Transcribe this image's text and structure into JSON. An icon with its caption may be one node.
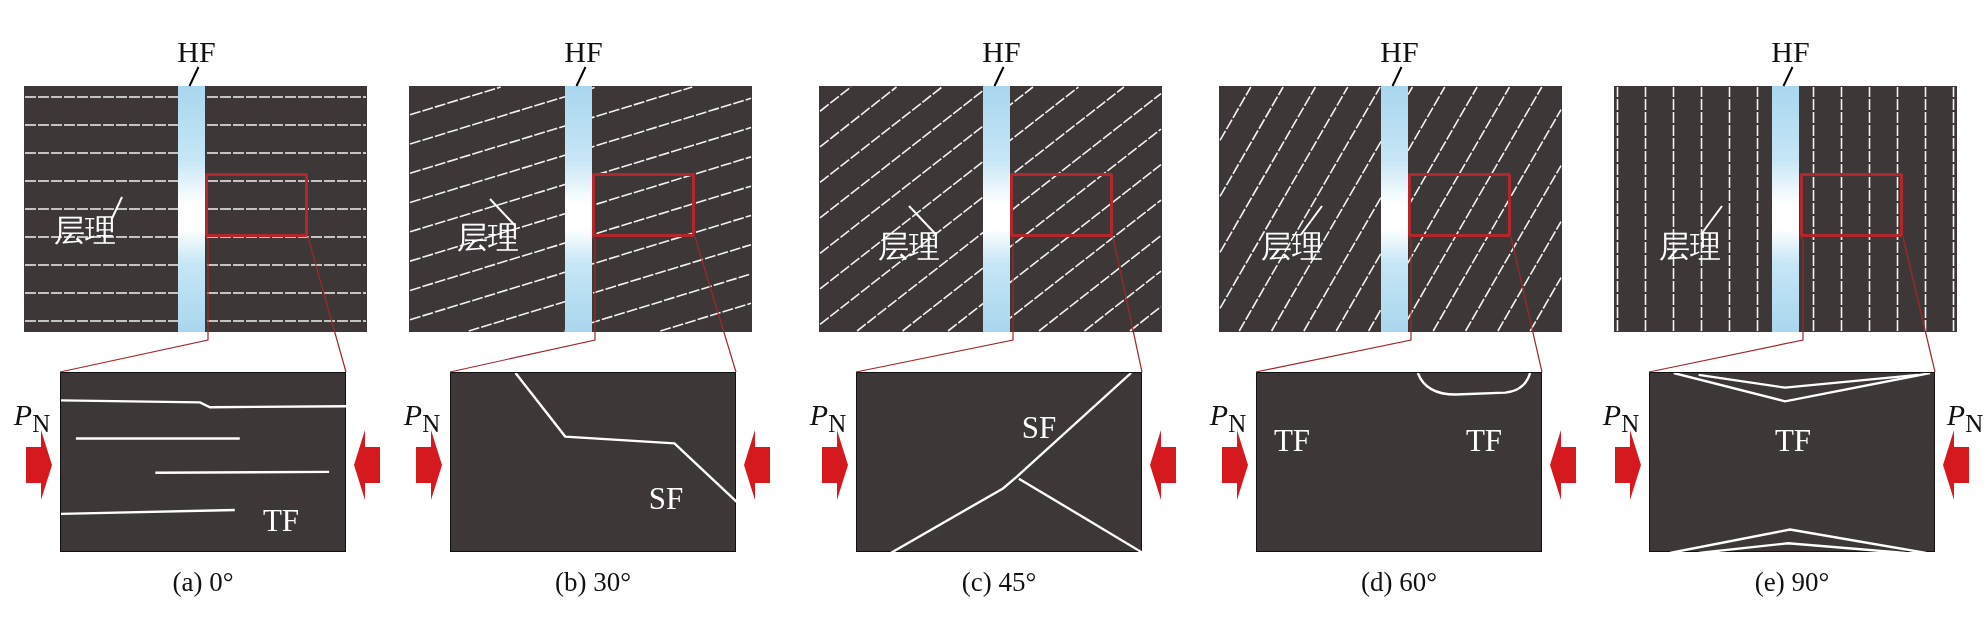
{
  "diagram": {
    "nodes": [
      {
        "text": [],
        "shape": "bar"
      },
      {
        "text": [],
        "shape": "box"
      },
      {
        "text": [
          "HF"
        ]
      },
      {
        "text": [
          "层理"
        ]
      },
      {
        "text": [
          "TF"
        ],
        "beside": [
          "(a) 0°"
        ]
      },
      {
        "text": [],
        "shape": "bar"
      },
      {
        "text": [],
        "shape": "box"
      },
      {
        "text": [
          "HF"
        ]
      },
      {
        "text": [
          "层理"
        ]
      },
      {
        "text": [
          "SF"
        ],
        "beside": [
          "(b) 30°"
        ]
      },
      {
        "text": [],
        "shape": "bar"
      },
      {
        "text": [],
        "shape": "box"
      },
      {
        "text": [
          "HF"
        ]
      },
      {
        "text": [
          "层理"
        ]
      },
      {
        "text": [
          "SF"
        ],
        "beside": [
          "(c) 45°"
        ]
      },
      {
        "text": [],
        "shape": "bar"
      },
      {
        "text": [],
        "shape": "box"
      },
      {
        "text": [
          "HF"
        ]
      },
      {
        "text": [
          "层理"
        ]
      },
      {
        "text": [
          "TF",
          "TF"
        ],
        "beside": [
          "(d) 60°"
        ]
      },
      {
        "text": [],
        "shape": "bar"
      },
      {
        "text": [],
        "shape": "box"
      },
      {
        "text": [
          "HF"
        ]
      },
      {
        "text": [
          "层理"
        ]
      },
      {
        "text": [
          "TF"
        ],
        "beside": [
          "(e) 90°"
        ]
      }
    ],
    "edges": [
      {
        "from": 2,
        "to": 0,
        "arrow": "none",
        "color": "#000000"
      },
      {
        "from": 3,
        "to": null,
        "arrow": "none",
        "color": "#ffffff"
      },
      {
        "from": 1,
        "to": 4,
        "arrow": "none"
      },
      {
        "from": 1,
        "to": 4,
        "arrow": "none"
      },
      {
        "from": 7,
        "to": 5,
        "arrow": "none",
        "color": "#000000"
      },
      {
        "from": 8,
        "to": null,
        "arrow": "none",
        "color": "#ffffff"
      },
      {
        "from": 6,
        "to": 9,
        "arrow": "none"
      },
      {
        "from": 6,
        "to": 9,
        "arrow": "none"
      },
      {
        "from": 12,
        "to": 10,
        "arrow": "none",
        "color": "#000000"
      },
      {
        "from": 13,
        "to": null,
        "arrow": "none",
        "color": "#ffffff"
      },
      {
        "from": 11,
        "to": 14,
        "arrow": "none"
      },
      {
        "from": 11,
        "to": 14,
        "arrow": "none"
      },
      {
        "from": 17,
        "to": 15,
        "arrow": "none",
        "color": "#000000"
      },
      {
        "from": 18,
        "to": null,
        "arrow": "none",
        "color": "#ffffff"
      },
      {
        "from": 16,
        "to": 19,
        "arrow": "none"
      },
      {
        "from": 16,
        "to": 19,
        "arrow": "none"
      },
      {
        "from": 22,
        "to": 20,
        "arrow": "none",
        "color": "#000000"
      },
      {
        "from": 23,
        "to": null,
        "arrow": "none",
        "color": "#ffffff"
      },
      {
        "from": 21,
        "to": 24,
        "arrow": "none"
      },
      {
        "from": 21,
        "to": 24,
        "arrow": "none"
      }
    ],
    "labels": [
      "*P*$_{N}$",
      "*P*$_{N}$",
      "*P*$_{N}$",
      "*P*$_{N}$",
      "*P*$_{N}$",
      "*P*$_{N}$"
    ]
  }
}
